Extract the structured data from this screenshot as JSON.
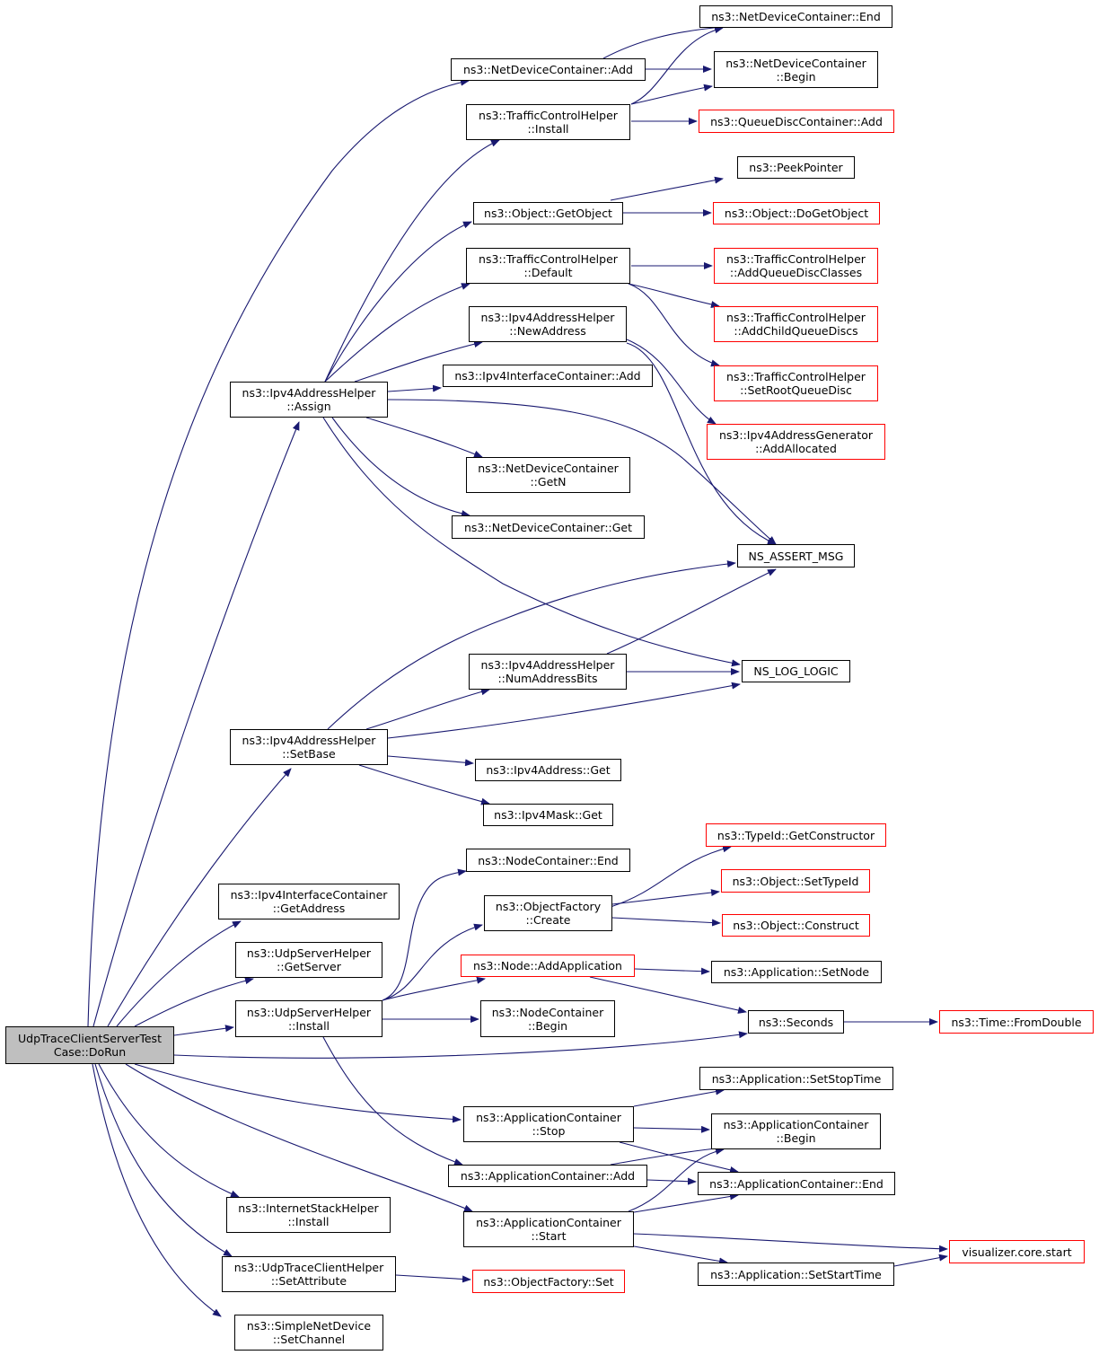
{
  "diagram": {
    "colors": {
      "edge": "#191970",
      "node_border": "#000000",
      "external_border": "#ff0000",
      "root_fill": "#bfbfbf"
    },
    "nodes": {
      "root": {
        "lines": [
          "UdpTraceClientServerTest",
          "Case::DoRun"
        ],
        "style": "root"
      },
      "ndc_add": {
        "lines": [
          "ns3::NetDeviceContainer::Add"
        ]
      },
      "ndc_end": {
        "lines": [
          "ns3::NetDeviceContainer::End"
        ]
      },
      "ndc_begin": {
        "lines": [
          "ns3::NetDeviceContainer",
          "::Begin"
        ]
      },
      "tch_install": {
        "lines": [
          "ns3::TrafficControlHelper",
          "::Install"
        ]
      },
      "qdc_add": {
        "lines": [
          "ns3::QueueDiscContainer::Add"
        ],
        "style": "red"
      },
      "peek": {
        "lines": [
          "ns3::PeekPointer"
        ]
      },
      "obj_getobj": {
        "lines": [
          "ns3::Object::GetObject"
        ]
      },
      "obj_dogetobj": {
        "lines": [
          "ns3::Object::DoGetObject"
        ],
        "style": "red"
      },
      "tch_default": {
        "lines": [
          "ns3::TrafficControlHelper",
          "::Default"
        ]
      },
      "tch_addqdc": {
        "lines": [
          "ns3::TrafficControlHelper",
          "::AddQueueDiscClasses"
        ],
        "style": "red"
      },
      "tch_addchild": {
        "lines": [
          "ns3::TrafficControlHelper",
          "::AddChildQueueDiscs"
        ],
        "style": "red"
      },
      "tch_setroot": {
        "lines": [
          "ns3::TrafficControlHelper",
          "::SetRootQueueDisc"
        ],
        "style": "red"
      },
      "iah_newaddr": {
        "lines": [
          "ns3::Ipv4AddressHelper",
          "::NewAddress"
        ]
      },
      "iag_alloc": {
        "lines": [
          "ns3::Ipv4AddressGenerator",
          "::AddAllocated"
        ],
        "style": "red"
      },
      "iic_add": {
        "lines": [
          "ns3::Ipv4InterfaceContainer::Add"
        ]
      },
      "iah_assign": {
        "lines": [
          "ns3::Ipv4AddressHelper",
          "::Assign"
        ]
      },
      "ndc_getn": {
        "lines": [
          "ns3::NetDeviceContainer",
          "::GetN"
        ]
      },
      "ndc_get": {
        "lines": [
          "ns3::NetDeviceContainer::Get"
        ]
      },
      "ns_assert": {
        "lines": [
          "NS_ASSERT_MSG"
        ]
      },
      "iah_numbits": {
        "lines": [
          "ns3::Ipv4AddressHelper",
          "::NumAddressBits"
        ]
      },
      "ns_log": {
        "lines": [
          "NS_LOG_LOGIC"
        ]
      },
      "iah_setbase": {
        "lines": [
          "ns3::Ipv4AddressHelper",
          "::SetBase"
        ]
      },
      "ia_get": {
        "lines": [
          "ns3::Ipv4Address::Get"
        ]
      },
      "im_get": {
        "lines": [
          "ns3::Ipv4Mask::Get"
        ]
      },
      "typeid_ctor": {
        "lines": [
          "ns3::TypeId::GetConstructor"
        ],
        "style": "red"
      },
      "nc_end": {
        "lines": [
          "ns3::NodeContainer::End"
        ]
      },
      "obj_settypeid": {
        "lines": [
          "ns3::Object::SetTypeId"
        ],
        "style": "red"
      },
      "iic_getaddr": {
        "lines": [
          "ns3::Ipv4InterfaceContainer",
          "::GetAddress"
        ]
      },
      "of_create": {
        "lines": [
          "ns3::ObjectFactory",
          "::Create"
        ]
      },
      "obj_construct": {
        "lines": [
          "ns3::Object::Construct"
        ],
        "style": "red"
      },
      "ush_getserver": {
        "lines": [
          "ns3::UdpServerHelper",
          "::GetServer"
        ]
      },
      "node_addapp": {
        "lines": [
          "ns3::Node::AddApplication"
        ],
        "style": "red"
      },
      "app_setnode": {
        "lines": [
          "ns3::Application::SetNode"
        ]
      },
      "ush_install": {
        "lines": [
          "ns3::UdpServerHelper",
          "::Install"
        ]
      },
      "nc_begin": {
        "lines": [
          "ns3::NodeContainer",
          "::Begin"
        ]
      },
      "seconds": {
        "lines": [
          "ns3::Seconds"
        ]
      },
      "time_fromdouble": {
        "lines": [
          "ns3::Time::FromDouble"
        ],
        "style": "red"
      },
      "app_setstop": {
        "lines": [
          "ns3::Application::SetStopTime"
        ]
      },
      "ac_stop": {
        "lines": [
          "ns3::ApplicationContainer",
          "::Stop"
        ]
      },
      "ac_begin": {
        "lines": [
          "ns3::ApplicationContainer",
          "::Begin"
        ]
      },
      "ac_add": {
        "lines": [
          "ns3::ApplicationContainer::Add"
        ]
      },
      "ac_end": {
        "lines": [
          "ns3::ApplicationContainer::End"
        ]
      },
      "ish_install": {
        "lines": [
          "ns3::InternetStackHelper",
          "::Install"
        ]
      },
      "ac_start": {
        "lines": [
          "ns3::ApplicationContainer",
          "::Start"
        ]
      },
      "viz_start": {
        "lines": [
          "visualizer.core.start"
        ],
        "style": "red"
      },
      "app_setstart": {
        "lines": [
          "ns3::Application::SetStartTime"
        ]
      },
      "utch_setattr": {
        "lines": [
          "ns3::UdpTraceClientHelper",
          "::SetAttribute"
        ]
      },
      "of_set": {
        "lines": [
          "ns3::ObjectFactory::Set"
        ],
        "style": "red"
      },
      "snd_setchannel": {
        "lines": [
          "ns3::SimpleNetDevice",
          "::SetChannel"
        ]
      }
    }
  }
}
